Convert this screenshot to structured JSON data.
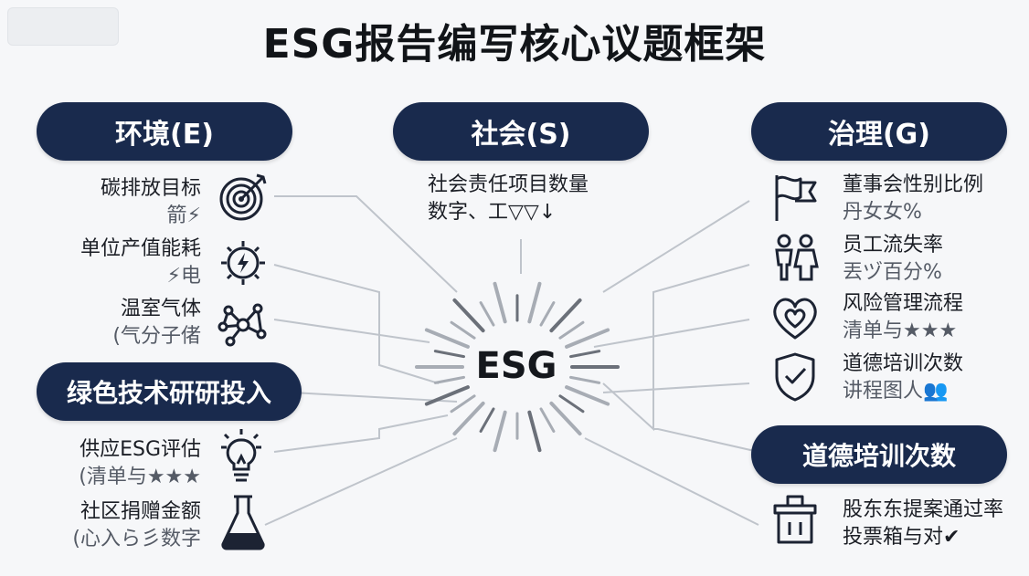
{
  "title": "ESG报告编写核心议题框架",
  "center": "ESG",
  "sections": {
    "env": "环境(E)",
    "soc": "社会(S)",
    "gov": "治理(G)",
    "green": "绿色技术研研投入",
    "ethics": "道德培训次数"
  },
  "env_items": [
    {
      "line1": "碳排放目标",
      "line2": "箭⚡",
      "icon": "target-arrow-icon"
    },
    {
      "line1": "单位产值能耗",
      "line2": "⚡电",
      "icon": "gear-lightning-icon"
    },
    {
      "line1": "温室气体",
      "line2": "(气分子偖",
      "icon": "molecule-icon"
    }
  ],
  "green_items": [
    {
      "line1": "供应ESG评估",
      "line2": "(清单与★★★",
      "icon": "lightbulb-icon"
    },
    {
      "line1": "社区捐赠金额",
      "line2": "(心入ら彡数字",
      "icon": "flask-icon"
    }
  ],
  "soc_item": {
    "line1": "社会责任项目数量",
    "line2": "数字、工▽▽↓"
  },
  "gov_items": [
    {
      "line1": "董事会性别比例",
      "line2": "丹女女%",
      "icon": "flag-icon"
    },
    {
      "line1": "员工流失率",
      "line2": "丟ヅ百分%",
      "icon": "people-icon"
    },
    {
      "line1": "风险管理流程",
      "line2": "清单与★★★",
      "icon": "heart-icon"
    },
    {
      "line1": "道德培训次数",
      "line2": "讲程图人👥",
      "icon": "shield-check-icon"
    }
  ],
  "ethics_item": {
    "line1": "股东东提案通过率",
    "line2": "投票箱与对✔",
    "icon": "ballot-box-icon"
  },
  "colors": {
    "pill": "#192a4d",
    "check": "#1f9b3a",
    "line": "#b9bec6"
  }
}
